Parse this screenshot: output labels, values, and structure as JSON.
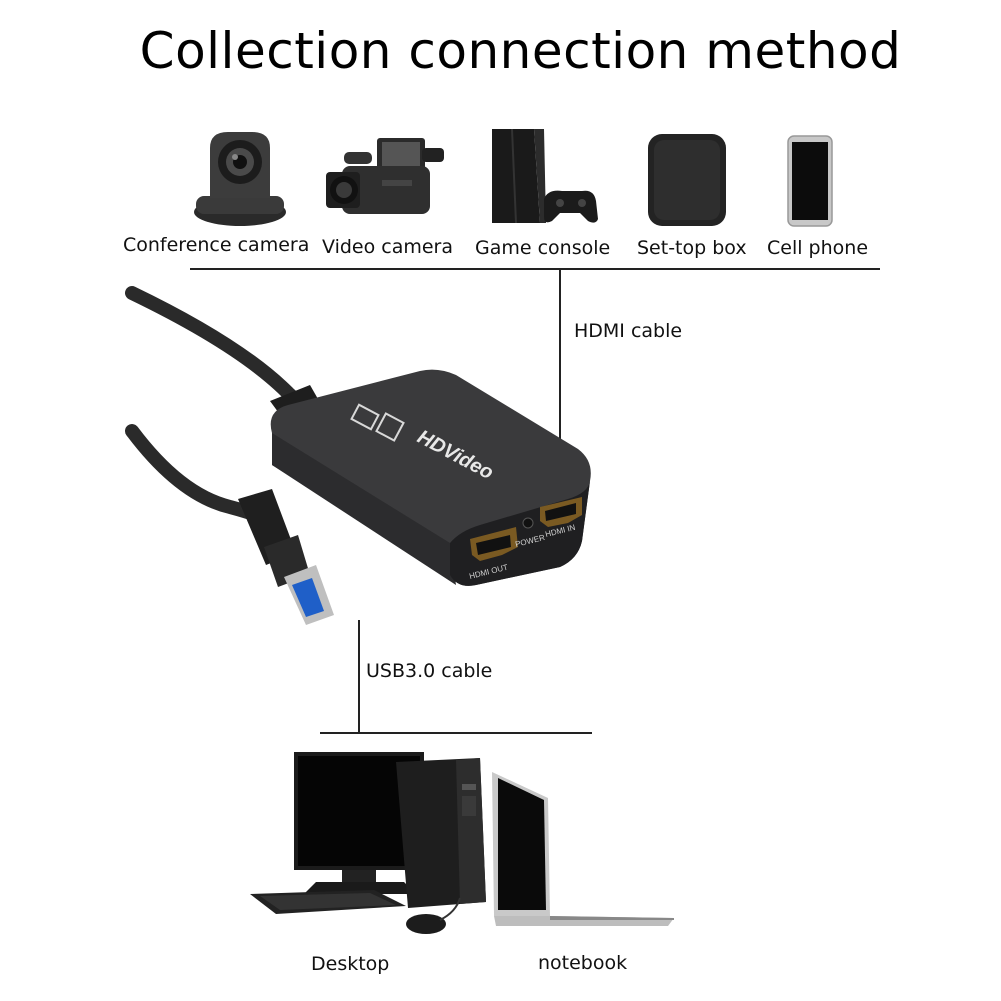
{
  "title": "Collection connection method",
  "sources": [
    {
      "label": "Conference camera",
      "icon": "conference-camera-icon"
    },
    {
      "label": "Video camera",
      "icon": "video-camera-icon"
    },
    {
      "label": "Game console",
      "icon": "game-console-icon"
    },
    {
      "label": "Set-top box",
      "icon": "set-top-box-icon"
    },
    {
      "label": "Cell phone",
      "icon": "cell-phone-icon"
    }
  ],
  "cables": {
    "hdmi": "HDMI cable",
    "usb": "USB3.0 cable"
  },
  "device": {
    "brand_text": "HDVideo",
    "port_out": "HDMI OUT",
    "power": "POWER",
    "port_in": "HDMI IN"
  },
  "targets": [
    {
      "label": "Desktop",
      "icon": "desktop-computer-icon"
    },
    {
      "label": "notebook",
      "icon": "notebook-laptop-icon"
    }
  ]
}
